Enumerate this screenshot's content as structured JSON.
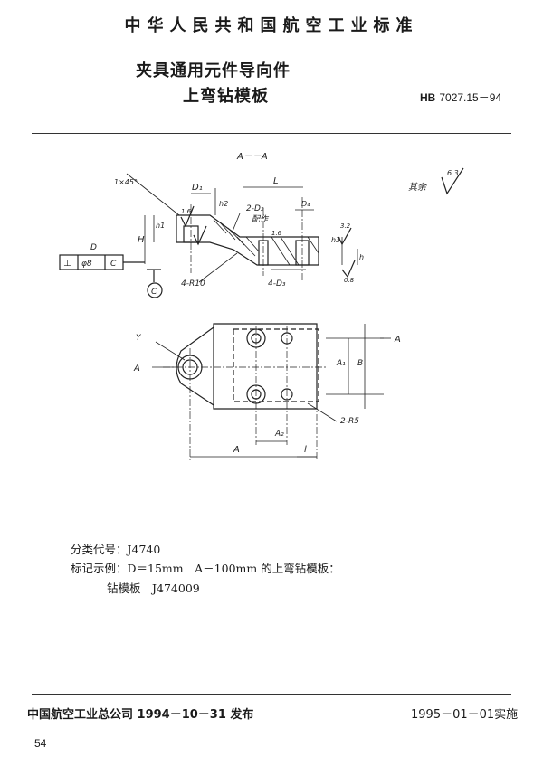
{
  "header": {
    "standard_title": "中华人民共和国航空工业标准"
  },
  "title": {
    "line1": "夹具通用元件导向件",
    "line2": "上弯钻模板",
    "code_prefix": "HB",
    "code": "7027.15－94"
  },
  "drawing": {
    "section_label": "A－－A",
    "roughness_note": "其余",
    "roughness_value": "6.3",
    "labels": {
      "chamfer": "1×45°",
      "d1": "D₁",
      "h2": "h2",
      "l": "L",
      "d2_note": "2-D₂",
      "d2_sub": "配作",
      "d4": "D₄",
      "h": "H",
      "h1": "h1",
      "h3": "h3",
      "h_small": "h",
      "r10": "4-R10",
      "d3": "4-D₃",
      "ra_left": "1.6",
      "ra_right1": "3.2",
      "ra_right2": "1.6",
      "ra_bottom": "0.8",
      "tol_symbol": "⊥",
      "tol_value": "φ8",
      "tol_datum": "C",
      "datum_c": "C",
      "d_label": "D",
      "a_left": "A",
      "a_right": "A",
      "y_label": "Y",
      "a1": "A₁",
      "b": "B",
      "a2": "A₂",
      "r5": "2-R5",
      "dim_a": "A",
      "dim_l": "l"
    }
  },
  "info": {
    "classification": "分类代号：J4740",
    "marking_example": "标记示例：D＝15mm　A－100mm 的上弯钻模板：",
    "marking_line2": "钻模板　J474009"
  },
  "footer": {
    "issuer": "中国航空工业总公司 1994－10－31 发布",
    "implement": "1995－01－01实施",
    "page": "54"
  }
}
